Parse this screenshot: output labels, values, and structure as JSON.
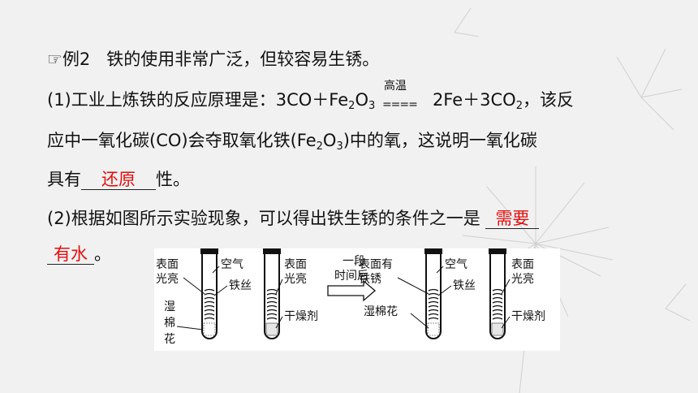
{
  "example": {
    "marker": "☞",
    "number": "例2",
    "title": "铁的使用非常广泛，但较容易生锈。"
  },
  "q1": {
    "line1_text": "(1)工业上炼铁的反应原理是：3CO＋Fe",
    "line1_sub1": "2",
    "line1_o": "O",
    "line1_sub2": "3",
    "condition_top": "高温",
    "condition_eq": "====",
    "line1_product": "2Fe＋3CO",
    "line1_sub3": "2",
    "line1_end": "，该反",
    "line2_start": "应中一氧化碳(CO)会夺取氧化铁(Fe",
    "line2_sub1": "2",
    "line2_o": "O",
    "line2_sub2": "3",
    "line2_end": ")中的氧，这说明一氧化碳",
    "line3_start": "具有",
    "answer": "还原",
    "line3_end": "性。"
  },
  "q2": {
    "line1_text": "(2)根据如图所示实验现象，可以得出铁生锈的条件之一是",
    "answer_part1": "需要",
    "answer_part2": "有水",
    "line2_end": "。"
  },
  "figure": {
    "tube1_surface": [
      "表面",
      "光亮"
    ],
    "tube1_side": [
      "湿",
      "棉",
      "花"
    ],
    "air_label": "空气",
    "wire_label": "铁丝",
    "tube2_surface": [
      "表面",
      "光亮"
    ],
    "dry_label": "干燥剂",
    "arrow_top": "一段",
    "arrow_bottom": "时间后",
    "tube3_surface": [
      "表面有",
      "铁锈"
    ],
    "tube3_side": "湿棉花",
    "air_label2": "空气",
    "wire_label2": "铁丝",
    "tube4_surface": [
      "表面",
      "光亮"
    ],
    "dry_label2": "干燥剂"
  }
}
